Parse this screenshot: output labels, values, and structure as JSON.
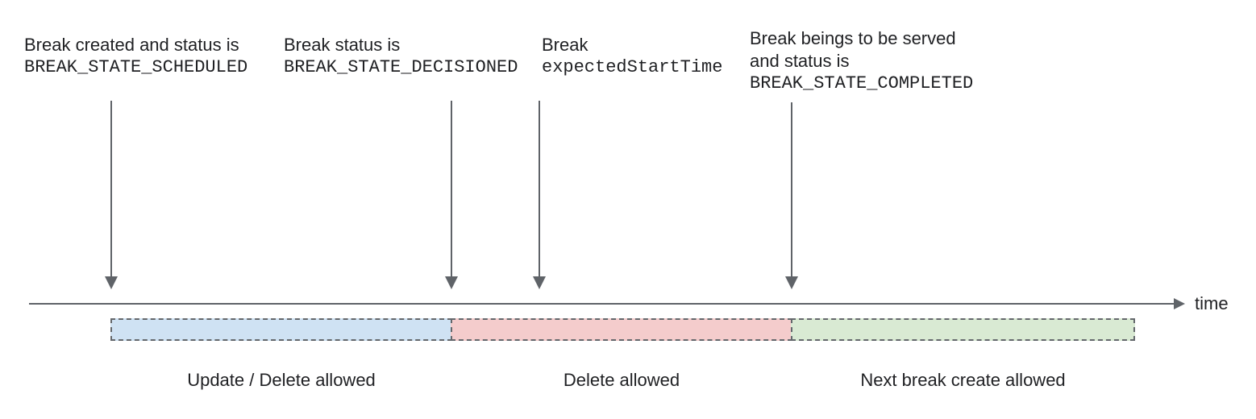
{
  "figure": {
    "type": "timeline-diagram",
    "topic": "Break lifecycle states and allowed operations over time"
  },
  "colors": {
    "segment_update_delete": "#cfe2f3",
    "segment_delete": "#f4cccc",
    "segment_next_create": "#d9ead3",
    "line_gray": "#5f6368",
    "text": "#202124"
  },
  "annotations": [
    {
      "line1": "Break created and status is",
      "code": "BREAK_STATE_SCHEDULED"
    },
    {
      "line1": "Break status is",
      "code": "BREAK_STATE_DECISIONED"
    },
    {
      "line1": "Break",
      "code": "expectedStartTime"
    },
    {
      "line1": "Break beings to be served",
      "line2": "and status is",
      "code": "BREAK_STATE_COMPLETED"
    }
  ],
  "timeline": {
    "axis_label": "time"
  },
  "segments": [
    {
      "label": "Update / Delete allowed"
    },
    {
      "label": "Delete allowed"
    },
    {
      "label": "Next break create allowed"
    }
  ]
}
